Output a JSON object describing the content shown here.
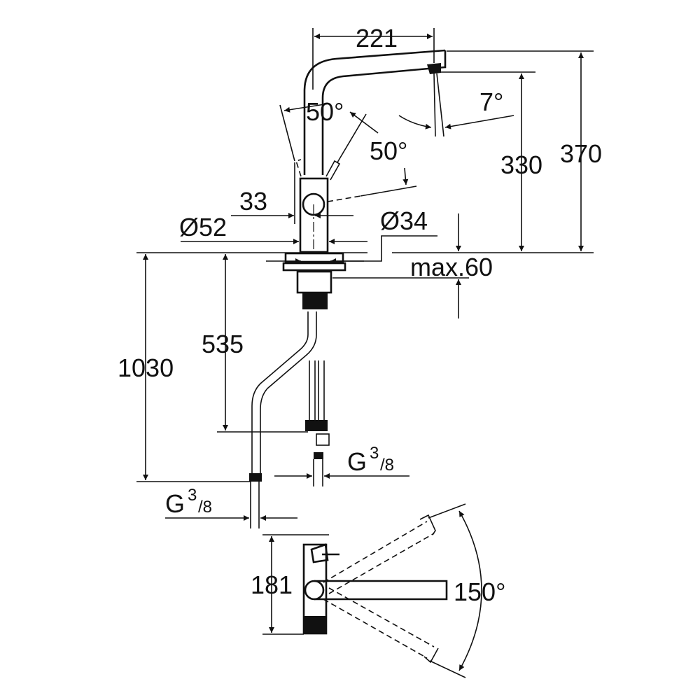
{
  "title": "Faucet dimension drawing",
  "dimensions": {
    "spout_reach": "221",
    "lever_angle_front": "50°",
    "lever_angle_side": "50°",
    "spout_tilt": "7°",
    "outlet_height": "330",
    "total_height": "370",
    "lever_offset": "33",
    "base_diameter": "Ø52",
    "body_diameter": "Ø34",
    "max_counter_thickness": "max.60",
    "hose_length": "535",
    "pullout_hose_length": "1030",
    "top_view_depth": "181",
    "swivel_angle": "150°"
  },
  "connections": [
    {
      "prefix": "G",
      "numerator": "3",
      "denominator": "/8"
    },
    {
      "prefix": "G",
      "numerator": "3",
      "denominator": "/8"
    }
  ],
  "color": "#111111"
}
